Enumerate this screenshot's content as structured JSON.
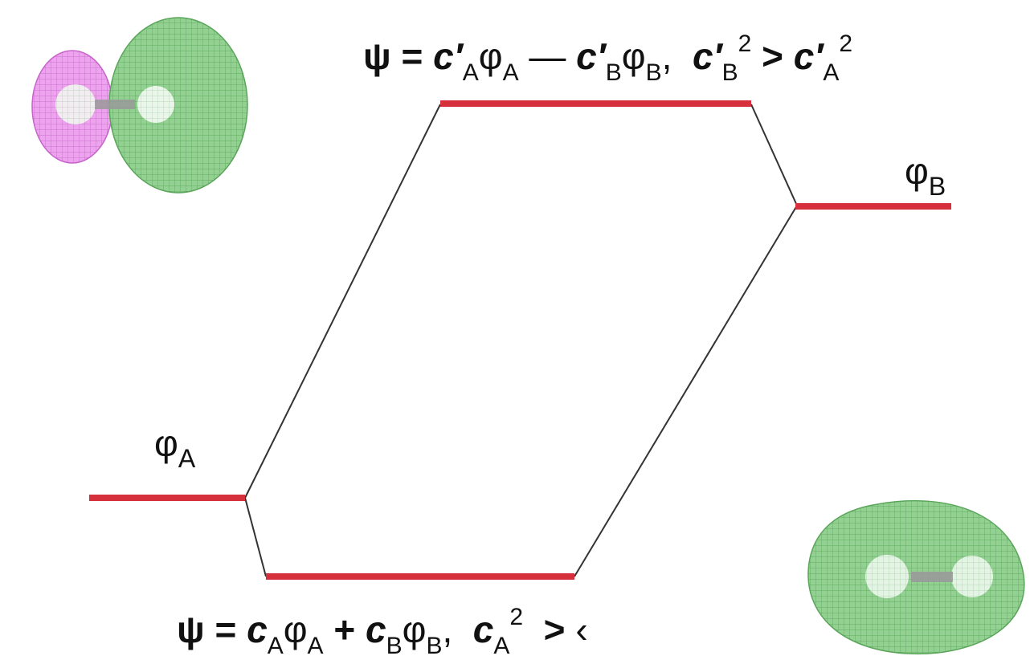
{
  "diagram": {
    "levels": {
      "phi_a": {
        "symbol": "φ",
        "subscript": "A"
      },
      "phi_b": {
        "symbol": "φ",
        "subscript": "B"
      }
    },
    "equation_top": {
      "psi": "ψ",
      "eq": "=",
      "c1": "c′",
      "c1_sub": "A",
      "phi1": "φ",
      "phi1_sub": "A",
      "op": "—",
      "c2": "c′",
      "c2_sub": "B",
      "phi2": "φ",
      "phi2_sub": "B",
      "comma": ",",
      "cmp_c1": "c′",
      "cmp_c1_sub": "B",
      "cmp_c1_sup": "2",
      "gt": ">",
      "cmp_c2": "c′",
      "cmp_c2_sub": "A",
      "cmp_c2_sup": "2"
    },
    "equation_bottom": {
      "psi": "ψ",
      "eq": "=",
      "c1": "c",
      "c1_sub": "A",
      "phi1": "φ",
      "phi1_sub": "A",
      "op": "+",
      "c2": "c",
      "c2_sub": "B",
      "phi2": "φ",
      "phi2_sub": "B",
      "comma": ",",
      "cmp_c1": "c",
      "cmp_c1_sub": "A",
      "cmp_c1_sup": "2",
      "gt": ">",
      "tail": "‹"
    },
    "colors": {
      "level_line": "#d6303c",
      "connector": "#333333",
      "lobe_magenta": "#e58ae8",
      "lobe_green": "#7cc77c",
      "bond": "#9a9a9a"
    }
  }
}
